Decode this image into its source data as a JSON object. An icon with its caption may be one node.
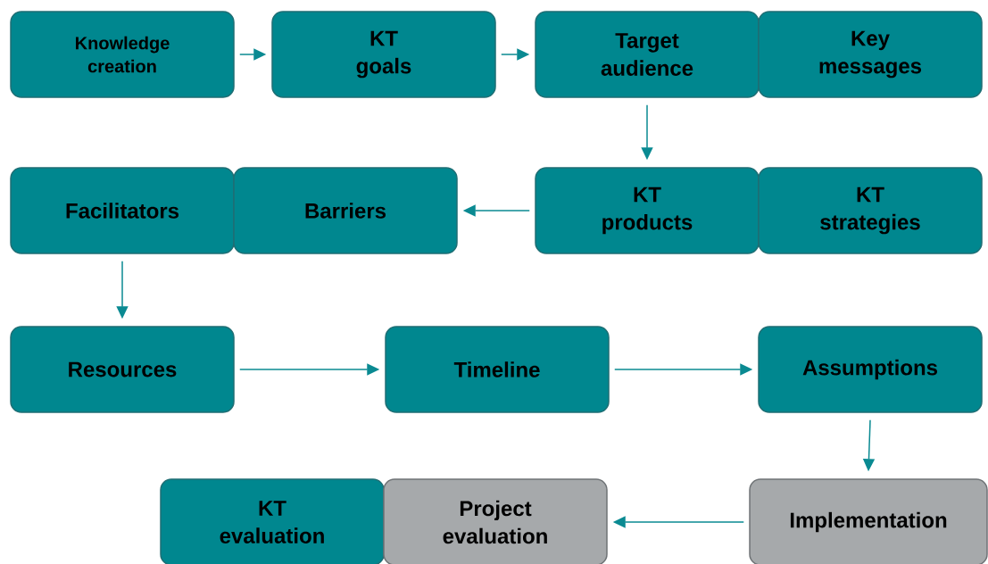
{
  "diagram": {
    "nodes": [
      {
        "text": [
          "Knowledge creation"
        ]
      },
      {
        "text": [
          "KT goals"
        ]
      },
      {
        "text": [
          "Target audience"
        ]
      },
      {
        "text": [
          "Key messages"
        ]
      },
      {
        "text": [
          "Facilitators"
        ]
      },
      {
        "text": [
          "Barriers"
        ]
      },
      {
        "text": [
          "KT products"
        ]
      },
      {
        "text": [
          "KT strategies"
        ]
      },
      {
        "text": [
          "Resources"
        ]
      },
      {
        "text": [
          "Timeline"
        ]
      },
      {
        "text": [
          "Assumptions"
        ]
      },
      {
        "text": [
          "KT evaluation"
        ]
      },
      {
        "text": [
          "Project evaluation"
        ]
      },
      {
        "text": [
          "Implementation"
        ]
      }
    ],
    "edges": [
      {
        "from": 0,
        "to": 1,
        "arrow": "to"
      },
      {
        "from": 1,
        "to": 2,
        "arrow": "to"
      },
      {
        "from": 2,
        "to": 6,
        "arrow": "to"
      },
      {
        "from": 6,
        "to": 5,
        "arrow": "to"
      },
      {
        "from": 4,
        "to": 8,
        "arrow": "to"
      },
      {
        "from": 8,
        "to": 9,
        "arrow": "to"
      },
      {
        "from": 9,
        "to": 10,
        "arrow": "to"
      },
      {
        "from": 10,
        "to": 13,
        "arrow": "to"
      },
      {
        "from": 13,
        "to": 12,
        "arrow": "to"
      }
    ]
  }
}
